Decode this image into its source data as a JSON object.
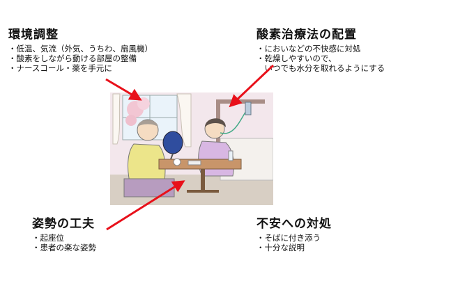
{
  "env": {
    "title": "環境調整",
    "items": [
      "・低温、気流（外気、うちわ、扇風機）",
      "・酸素をしながら動ける部屋の整備",
      "・ナースコール・薬を手元に"
    ]
  },
  "oxygen": {
    "title": "酸素治療法の配置",
    "items": [
      "・においなどの不快感に対処",
      "・乾燥しやすいので、",
      "　いつでも水分を取れるようにする"
    ]
  },
  "posture": {
    "title": "姿勢の工夫",
    "items": [
      "・起座位",
      "・患者の楽な姿勢"
    ]
  },
  "anxiety": {
    "title": "不安への対処",
    "items": [
      "・そばに付き添う",
      "・十分な説明"
    ]
  },
  "colors": {
    "arrow": "#e8101a",
    "text": "#111111"
  },
  "icons": [
    "caregiver-fanning-patient-illustration",
    "red-arrow"
  ]
}
